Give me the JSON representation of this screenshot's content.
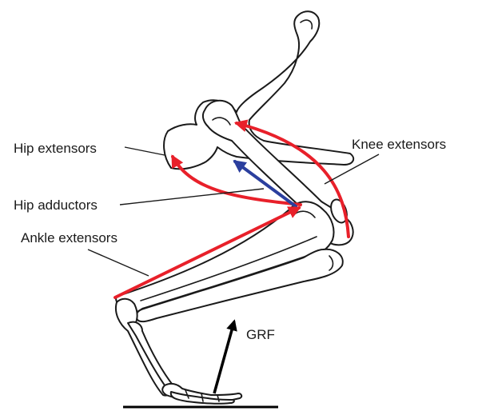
{
  "labels": {
    "hip_extensors": "Hip extensors",
    "hip_adductors": "Hip adductors",
    "ankle_extensors": "Ankle extensors",
    "knee_extensors": "Knee extensors",
    "grf": "GRF"
  },
  "colors": {
    "extensor_arrows": "#e8202a",
    "adductor_arrow": "#2b3f9e",
    "force_vector": "#000000",
    "bone_outline": "#1a1a1a",
    "background": "#ffffff"
  }
}
